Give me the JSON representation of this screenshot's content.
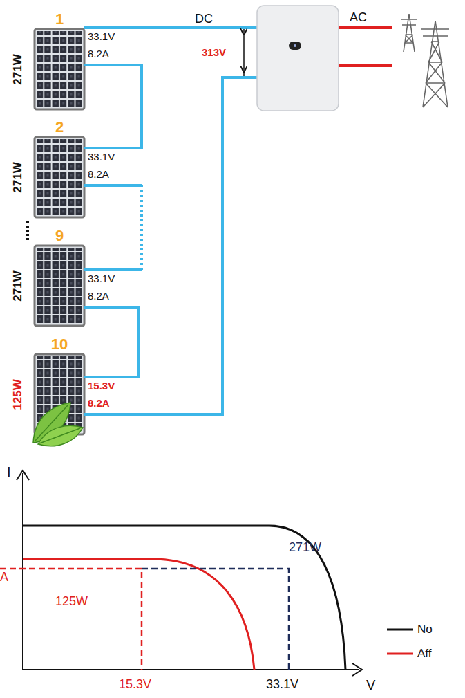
{
  "diagram": {
    "nodes": [
      {
        "text": [
          "1",
          "271W"
        ]
      },
      {
        "text": [
          "2",
          "271W"
        ]
      },
      {
        "text": [
          "9",
          "271W"
        ]
      },
      {
        "text": [
          "10",
          "125W"
        ]
      }
    ],
    "edges": [
      {
        "from": 0,
        "to": 1,
        "arrow": "none"
      },
      {
        "from": 1,
        "to": 2,
        "arrow": "none"
      },
      {
        "from": 2,
        "to": 3,
        "arrow": "none"
      }
    ],
    "labels": [
      "33.1V",
      "8.2A",
      "33.1V",
      "8.2A",
      "33.1V",
      "8.2A",
      "15.3V",
      "8.2A",
      "DC",
      "313V",
      "AC",
      "I",
      "271W",
      "A",
      "125W",
      "15.3V",
      "33.1V",
      "V"
    ],
    "legend": [
      {
        "text": "No"
      },
      {
        "text": "Aff"
      }
    ]
  }
}
